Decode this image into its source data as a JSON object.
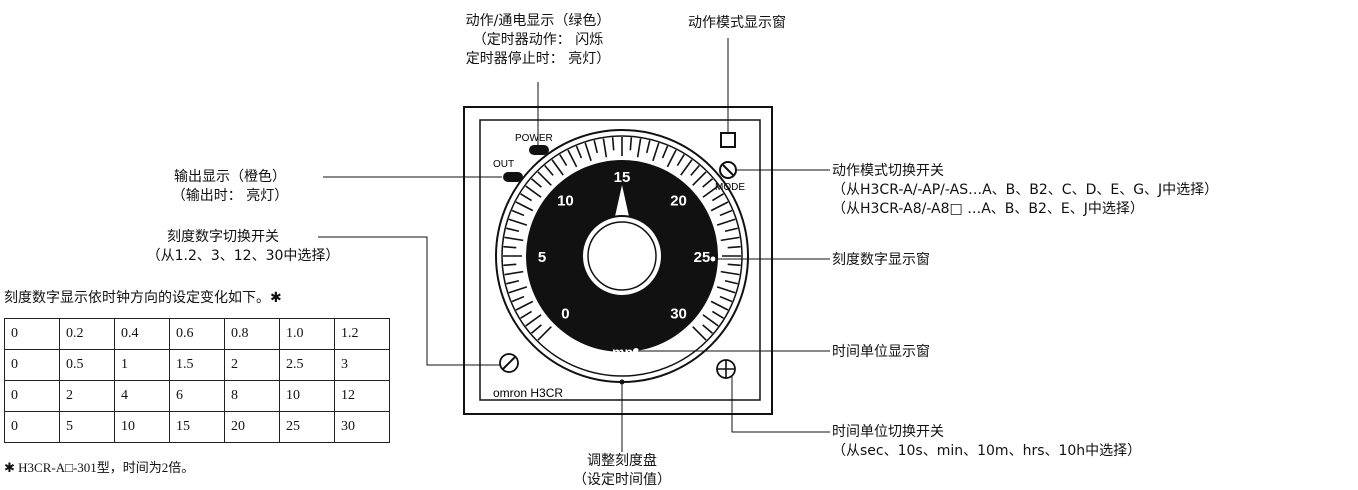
{
  "callouts": {
    "power_indicator": [
      "动作/通电显示（绿色）",
      "（定时器动作：  闪烁",
      "定时器停止时：  亮灯）"
    ],
    "mode_window": "动作模式显示窗",
    "output_indicator": [
      "输出显示（橙色）",
      "（输出时：  亮灯）"
    ],
    "mode_switch": [
      "动作模式切换开关",
      "（从H3CR-A/-AP/-AS…A、B、B2、C、D、E、G、J中选择）",
      "（从H3CR-A8/-A8□ …A、B、B2、E、J中选择）"
    ],
    "scale_switch": [
      "刻度数字切换开关",
      "（从1.2、3、12、30中选择）"
    ],
    "scale_window": "刻度数字显示窗",
    "time_unit_window": "时间单位显示窗",
    "time_unit_switch": [
      "时间单位切换开关",
      "（从sec、10s、min、10m、hrs、10h中选择）"
    ],
    "dial": [
      "调整刻度盘",
      "（设定时间值）"
    ]
  },
  "scale_table": {
    "caption": "刻度数字显示依时钟方向的设定变化如下。✱",
    "rows": [
      [
        "0",
        "0.2",
        "0.4",
        "0.6",
        "0.8",
        "1.0",
        "1.2"
      ],
      [
        "0",
        "0.5",
        "1",
        "1.5",
        "2",
        "2.5",
        "3"
      ],
      [
        "0",
        "2",
        "4",
        "6",
        "8",
        "10",
        "12"
      ],
      [
        "0",
        "5",
        "10",
        "15",
        "20",
        "25",
        "30"
      ]
    ],
    "footnote": "✱ H3CR-A□-301型，时间为2倍。"
  },
  "device": {
    "power_label": "POWER",
    "out_label": "OUT",
    "mode_label": "MODE",
    "brand_label": "omron H3CR",
    "unit_label": "mp",
    "dial_numbers": [
      "0",
      "5",
      "10",
      "15",
      "20",
      "25",
      "30"
    ]
  },
  "colors": {
    "line": "#111111",
    "panel_fill": "#ffffff",
    "dial_fill": "#111111"
  }
}
